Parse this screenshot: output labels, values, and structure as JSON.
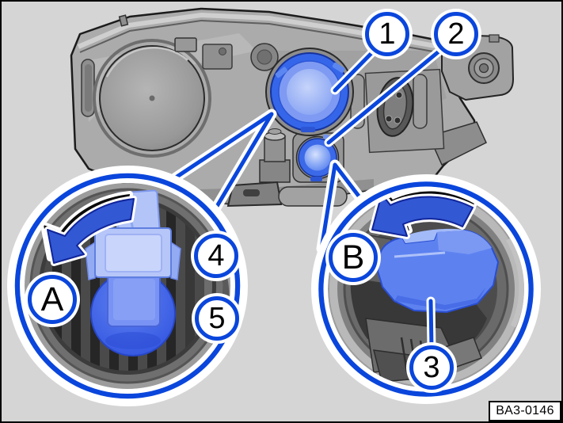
{
  "figure": {
    "reference_code": "BA3-0146",
    "background_color": "#d5d5d5",
    "accent_blue": "#0a46dc",
    "highlight_blue": "#7e9af2",
    "arrow_blue": "#3258d4"
  },
  "callouts": {
    "c1": {
      "label": "1",
      "part": "large round cover cap on headlight rear"
    },
    "c2": {
      "label": "2",
      "part": "small round cover cap on headlight rear"
    },
    "c3": {
      "label": "3",
      "part": "bulb holder shown in magnified view B"
    },
    "c4": {
      "label": "4",
      "part": "connector plug shown in magnified view A"
    },
    "c5": {
      "label": "5",
      "part": "round bulb base shown in magnified view A"
    },
    "cA": {
      "label": "A",
      "part": "magnified view A with counterclockwise rotation arrow"
    },
    "cB": {
      "label": "B",
      "part": "magnified view B with counterclockwise rotation arrow"
    }
  }
}
